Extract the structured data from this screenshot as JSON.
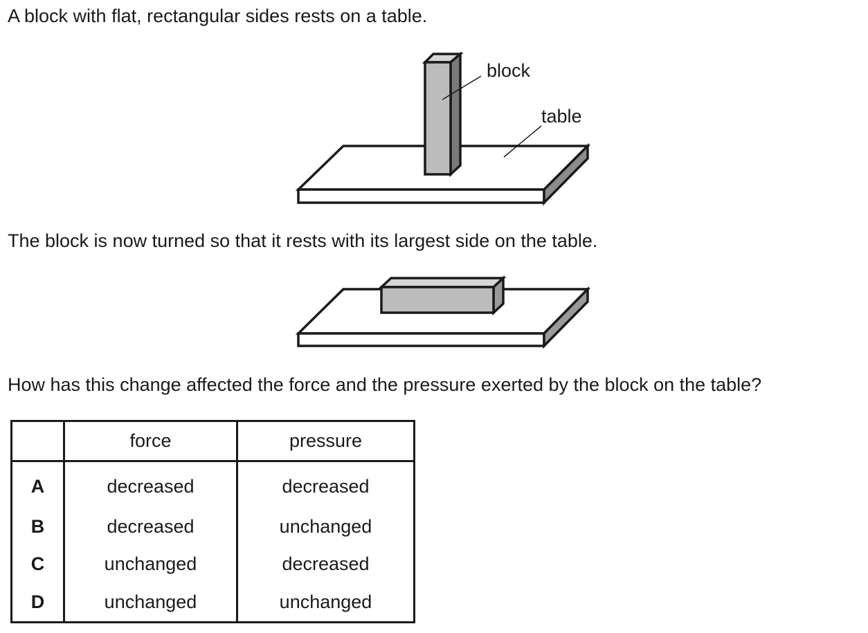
{
  "question": {
    "intro": "A block with flat, rectangular sides rests on a table.",
    "after_change": "The block is now turned so that it rests with its largest side on the table.",
    "prompt": "How has this change affected the force and the pressure exerted by the block on the table?"
  },
  "figure1": {
    "label_block": "block",
    "label_table": "table"
  },
  "colors": {
    "block_front": "#bcbcbc",
    "block_side": "#7a7a7a",
    "table_side": "#8c8c8c",
    "outline": "#1a1a1a"
  },
  "table": {
    "headers": [
      "",
      "force",
      "pressure"
    ],
    "rows": [
      {
        "letter": "A",
        "force": "decreased",
        "pressure": "decreased"
      },
      {
        "letter": "B",
        "force": "decreased",
        "pressure": "unchanged"
      },
      {
        "letter": "C",
        "force": "unchanged",
        "pressure": "decreased"
      },
      {
        "letter": "D",
        "force": "unchanged",
        "pressure": "unchanged"
      }
    ]
  }
}
